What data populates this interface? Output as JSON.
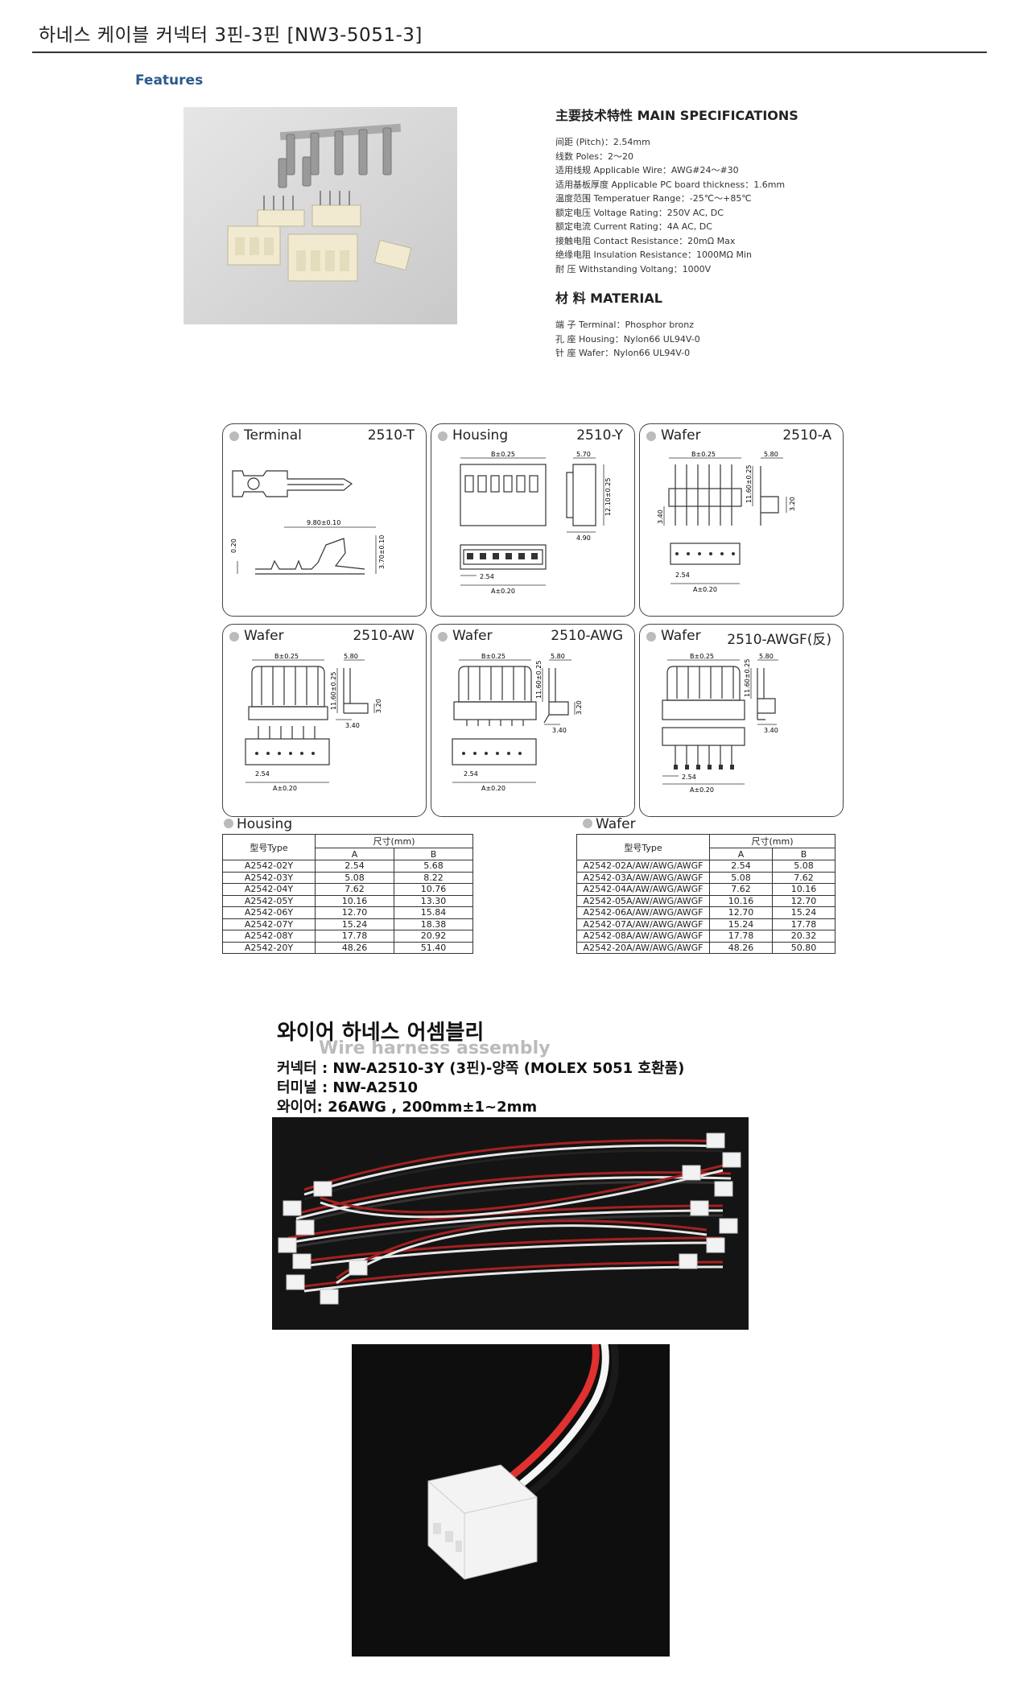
{
  "title": "하네스 케이블 커넥터 3핀-3핀 [NW3-5051-3]",
  "features_label": "Features",
  "specs": {
    "heading": "主要技术特性  MAIN SPECIFICATIONS",
    "lines": [
      "间距 (Pitch)：2.54mm",
      "线数 Poles：2～20",
      "适用线规 Applicable Wire：AWG#24～#30",
      "适用基板厚度 Applicable PC board thickness：1.6mm",
      "温度范围 Temperatuer Range：-25℃～+85℃",
      "额定电压 Voltage Rating：250V AC, DC",
      "额定电流 Current Rating：4A AC, DC",
      "接触电阻 Contact Resistance：20mΩ  Max",
      "绝缘电阻 Insulation Resistance：1000MΩ  Min",
      "耐    压 Withstanding Voltang：1000V"
    ],
    "material_heading": "材    料  MATERIAL",
    "material_lines": [
      "端    子 Terminal：Phosphor bronz",
      "孔    座 Housing：Nylon66  UL94V-0",
      "针    座 Wafer：Nylon66  UL94V-0"
    ]
  },
  "panels": [
    {
      "name": "Terminal",
      "code": "2510-T",
      "dims": [
        "9.80±0.10",
        "0.20",
        "3.70±0.10"
      ]
    },
    {
      "name": "Housing",
      "code": "2510-Y",
      "dims": [
        "B±0.25",
        "5.70",
        "12.10±0.25",
        "4.90",
        "2.54",
        "A±0.20"
      ]
    },
    {
      "name": "Wafer",
      "code": "2510-A",
      "dims": [
        "B±0.25",
        "5.80",
        "11.60±0.25",
        "3.40",
        "3.20",
        "2.54",
        "A±0.20"
      ]
    },
    {
      "name": "Wafer",
      "code": "2510-AW",
      "dims": [
        "B±0.25",
        "5.80",
        "11.60±0.25",
        "3.20",
        "3.40",
        "2.54",
        "A±0.20"
      ]
    },
    {
      "name": "Wafer",
      "code": "2510-AWG",
      "dims": [
        "B±0.25",
        "5.80",
        "11.60±0.25",
        "3.20",
        "3.40",
        "2.54",
        "A±0.20"
      ]
    },
    {
      "name": "Wafer",
      "code": "2510-AWGF(反)",
      "dims": [
        "B±0.25",
        "5.80",
        "11.60±0.25",
        "3.40",
        "2.54",
        "A±0.20"
      ]
    }
  ],
  "housing_table": {
    "title": "Housing",
    "type_header": "型号Type",
    "size_header": "尺寸(mm)",
    "col_a": "A",
    "col_b": "B",
    "rows": [
      [
        "A2542-02Y",
        "2.54",
        "5.68"
      ],
      [
        "A2542-03Y",
        "5.08",
        "8.22"
      ],
      [
        "A2542-04Y",
        "7.62",
        "10.76"
      ],
      [
        "A2542-05Y",
        "10.16",
        "13.30"
      ],
      [
        "A2542-06Y",
        "12.70",
        "15.84"
      ],
      [
        "A2542-07Y",
        "15.24",
        "18.38"
      ],
      [
        "A2542-08Y",
        "17.78",
        "20.92"
      ],
      [
        "A2542-20Y",
        "48.26",
        "51.40"
      ]
    ]
  },
  "wafer_table": {
    "title": "Wafer",
    "type_header": "型号Type",
    "size_header": "尺寸(mm)",
    "col_a": "A",
    "col_b": "B",
    "rows": [
      [
        "A2542-02A/AW/AWG/AWGF",
        "2.54",
        "5.08"
      ],
      [
        "A2542-03A/AW/AWG/AWGF",
        "5.08",
        "7.62"
      ],
      [
        "A2542-04A/AW/AWG/AWGF",
        "7.62",
        "10.16"
      ],
      [
        "A2542-05A/AW/AWG/AWGF",
        "10.16",
        "12.70"
      ],
      [
        "A2542-06A/AW/AWG/AWGF",
        "12.70",
        "15.24"
      ],
      [
        "A2542-07A/AW/AWG/AWGF",
        "15.24",
        "17.78"
      ],
      [
        "A2542-08A/AW/AWG/AWGF",
        "17.78",
        "20.32"
      ],
      [
        "A2542-20A/AW/AWG/AWGF",
        "48.26",
        "50.80"
      ]
    ]
  },
  "assembly": {
    "heading": "와이어 하네스 어셈블리",
    "subheading": "Wire harness assembly",
    "connector": "커넥터 : NW-A2510-3Y (3핀)-양쪽 (MOLEX 5051 호환품)",
    "terminal": "터미널 : NW-A2510",
    "wire": "와이어: 26AWG , 200mm±1~2mm"
  }
}
